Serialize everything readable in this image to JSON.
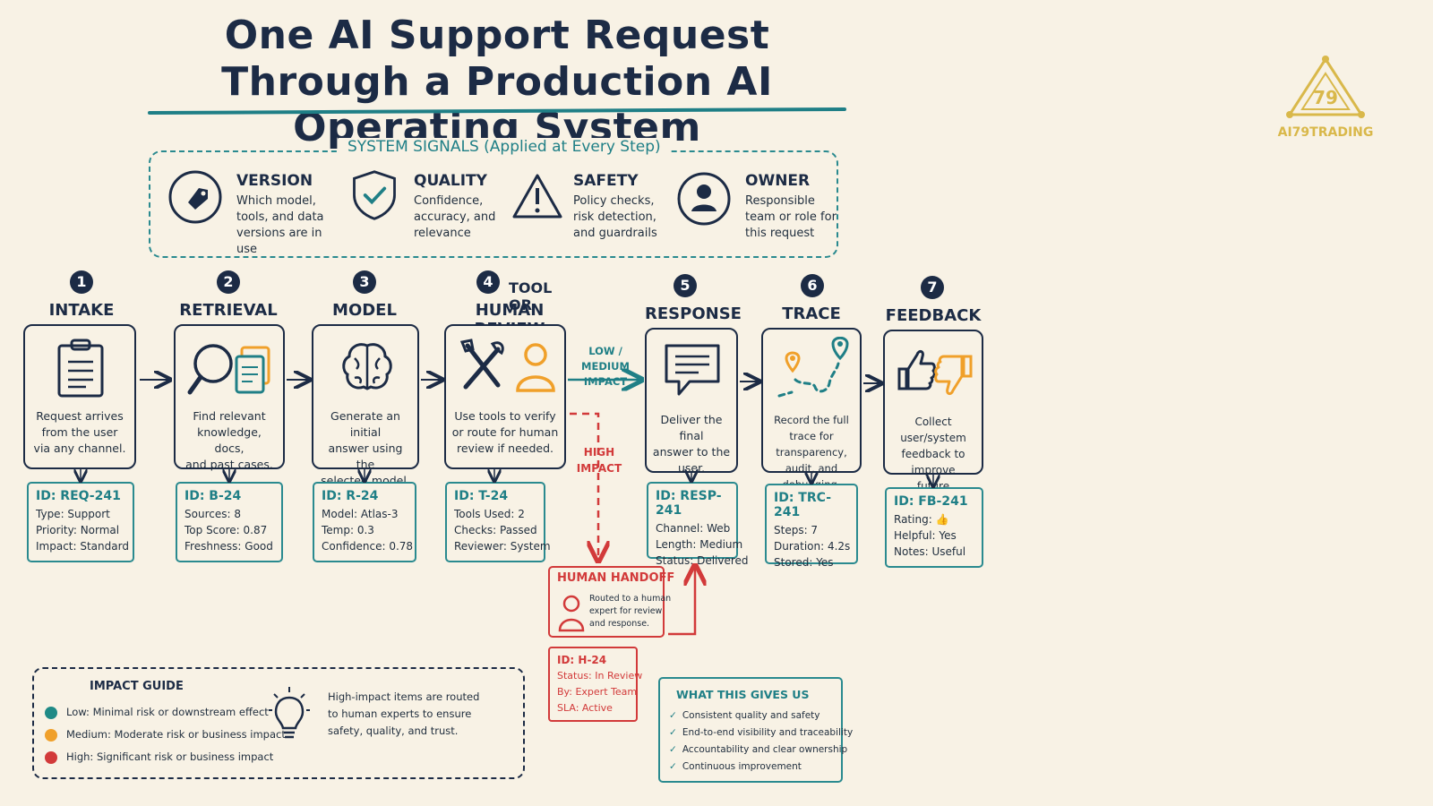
{
  "header": {
    "title_line1": "One AI Support Request",
    "title_line2": "Through a Production AI Operating System"
  },
  "brand": {
    "name": "AI79TRADING",
    "mark": "79"
  },
  "signals": {
    "title": "SYSTEM SIGNALS (Applied at Every Step)",
    "items": [
      {
        "name": "VERSION",
        "desc1": "Which model,",
        "desc2": "tools, and data",
        "desc3": "versions are in use",
        "icon": "tag-icon"
      },
      {
        "name": "QUALITY",
        "desc1": "Confidence,",
        "desc2": "accuracy, and",
        "desc3": "relevance",
        "icon": "shield-check-icon"
      },
      {
        "name": "SAFETY",
        "desc1": "Policy checks,",
        "desc2": "risk detection,",
        "desc3": "and guardrails",
        "icon": "warning-icon"
      },
      {
        "name": "OWNER",
        "desc1": "Responsible",
        "desc2": "team or role for",
        "desc3": "this request",
        "icon": "user-icon"
      }
    ]
  },
  "stages": [
    {
      "num": "1",
      "name": "INTAKE",
      "d1": "Request arrives",
      "d2": "from the user",
      "d3": "via any channel.",
      "id": "ID: REQ-241",
      "lines": [
        "Type: Support",
        "Priority: Normal",
        "Impact: Standard"
      ]
    },
    {
      "num": "2",
      "name": "RETRIEVAL",
      "d1": "Find relevant",
      "d2": "knowledge, docs,",
      "d3": "and past cases.",
      "id": "ID: B-24",
      "lines": [
        "Sources: 8",
        "Top Score: 0.87",
        "Freshness: Good"
      ]
    },
    {
      "num": "3",
      "name": "MODEL",
      "d1": "Generate an initial",
      "d2": "answer using the",
      "d3": "selected model.",
      "id": "ID: R-24",
      "lines": [
        "Model: Atlas-3",
        "Temp: 0.3",
        "Confidence: 0.78"
      ]
    },
    {
      "num": "4",
      "name1": "TOOL OR",
      "name2": "HUMAN REVIEW",
      "d1": "Use tools to verify",
      "d2": "or route for human",
      "d3": "review if needed.",
      "id": "ID: T-24",
      "lines": [
        "Tools Used: 2",
        "Checks: Passed",
        "Reviewer: System"
      ]
    },
    {
      "num": "5",
      "name": "RESPONSE",
      "d1": "Deliver the final",
      "d2": "answer to the",
      "d3": "user.",
      "id": "ID: RESP-241",
      "lines": [
        "Channel: Web",
        "Length: Medium",
        "Status: Delivered"
      ]
    },
    {
      "num": "6",
      "name": "TRACE",
      "d1": "Record the full",
      "d2": "trace for transparency,",
      "d3": "audit, and debugging.",
      "id": "ID: TRC-241",
      "lines": [
        "Steps: 7",
        "Duration: 4.2s",
        "Stored: Yes"
      ]
    },
    {
      "num": "7",
      "name": "FEEDBACK",
      "d1": "Collect user/system",
      "d2": "feedback to improve",
      "d3": "future performance.",
      "id": "ID: FB-241",
      "lines": [
        "Rating: 👍",
        "Helpful: Yes",
        "Notes: Useful"
      ]
    }
  ],
  "paths": {
    "low_medium1": "LOW / MEDIUM",
    "low_medium2": "IMPACT",
    "high1": "HIGH",
    "high2": "IMPACT"
  },
  "handoff": {
    "title": "HUMAN HANDOFF",
    "d1": "Routed to a human",
    "d2": "expert for review",
    "d3": "and response.",
    "id": "ID: H-24",
    "lines": [
      "Status: In Review",
      "By: Expert Team",
      "SLA: Active"
    ]
  },
  "impact_guide": {
    "title": "IMPACT GUIDE",
    "levels": [
      {
        "label": "Low:",
        "text": "Minimal risk or downstream effect",
        "color": "#1f8a86"
      },
      {
        "label": "Medium:",
        "text": "Moderate risk or business impact",
        "color": "#f0a02a"
      },
      {
        "label": "High:",
        "text": "Significant risk or business impact",
        "color": "#d23a3a"
      }
    ],
    "note1": "High-impact items are routed",
    "note2": "to human experts to ensure",
    "note3": "safety, quality, and trust."
  },
  "gives": {
    "title": "WHAT THIS GIVES US",
    "items": [
      "Consistent quality and safety",
      "End-to-end visibility and traceability",
      "Accountability and clear ownership",
      "Continuous improvement"
    ]
  },
  "colors": {
    "navy": "#1c2b45",
    "teal": "#1f7f86",
    "orange": "#f0a02a",
    "red": "#d23a3a",
    "paper": "#f8f2e5"
  }
}
